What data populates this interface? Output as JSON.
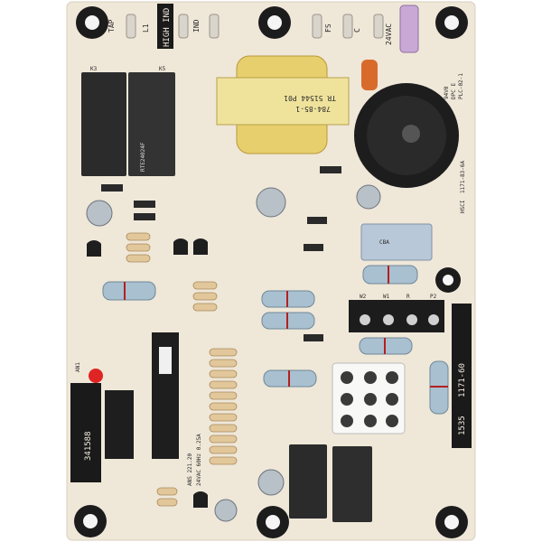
{
  "board": {
    "tags": {
      "tap": "TAP",
      "l1": "L1",
      "high_ind": "HIGH IND",
      "ind": "IND",
      "fs": "FS",
      "c": "C",
      "v24": "24VAC"
    },
    "relay_k3": "K3",
    "relay_k5": "K5",
    "relay_k5_part": "RTE24024F",
    "transformer_text_1": "TR 51544 P01",
    "transformer_text_2": "784-85-1",
    "cap_label": "CBA",
    "side_marks": [
      "HSCI",
      "1171-83-6A"
    ],
    "top_right_marks": [
      "94V0",
      "DPC E",
      "PLC-02-1"
    ],
    "bar_left": "341588",
    "bar_right": [
      "1535",
      "1171-60"
    ],
    "bottom_marks": [
      "24VAC 60Hz 0.25A",
      "ANS 221.20"
    ],
    "connector_marks": [
      "W2",
      "W1",
      "R",
      "P2"
    ],
    "side_small": "AN1"
  },
  "colors": {
    "board": "#efe7d8",
    "background": "#ffffff",
    "relay": "#2b2b2b",
    "transformer": "#e8d96a",
    "black_bar": "#1a1a1a"
  }
}
